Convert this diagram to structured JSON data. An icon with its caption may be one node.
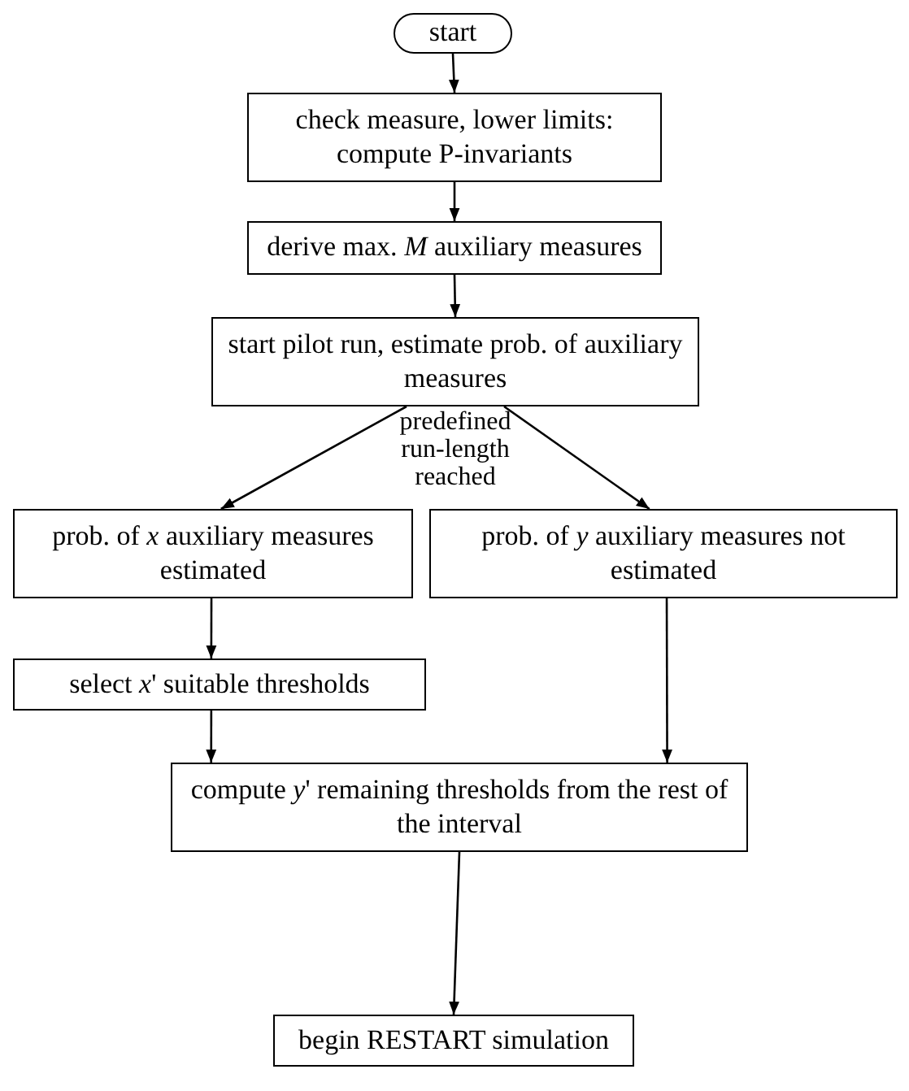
{
  "diagram": {
    "nodes": [
      {
        "text": [
          "start"
        ]
      },
      {
        "text": [
          "check measure, lower limits: compute P-invariants"
        ]
      },
      {
        "text": [
          "derive max. *M* auxiliary measures"
        ]
      },
      {
        "text": [
          "start pilot run, estimate prob. of auxiliary measures"
        ]
      },
      {
        "text": [
          "prob. of *x* auxiliary measures estimated"
        ]
      },
      {
        "text": [
          "prob. of *y* auxiliary measures not estimated"
        ]
      },
      {
        "text": [
          "select *x*' suitable thresholds"
        ]
      },
      {
        "text": [
          "compute *y*' remaining thresholds from the rest of the interval"
        ]
      },
      {
        "text": [
          "begin RESTART simulation"
        ]
      }
    ],
    "edges": [
      {
        "from": 0,
        "to": 1,
        "arrow": "to"
      },
      {
        "from": 1,
        "to": 2,
        "arrow": "to"
      },
      {
        "from": 2,
        "to": 3,
        "arrow": "to"
      },
      {
        "from": 3,
        "to": 4,
        "arrow": "to"
      },
      {
        "from": 3,
        "to": 5,
        "arrow": "to"
      },
      {
        "from": 4,
        "to": 6,
        "arrow": "to"
      },
      {
        "from": 6,
        "to": 7,
        "arrow": "to"
      },
      {
        "from": 5,
        "to": 7,
        "arrow": "to"
      },
      {
        "from": 7,
        "to": 8,
        "arrow": "to"
      }
    ],
    "labels": [
      "predefined run-length reached"
    ]
  }
}
